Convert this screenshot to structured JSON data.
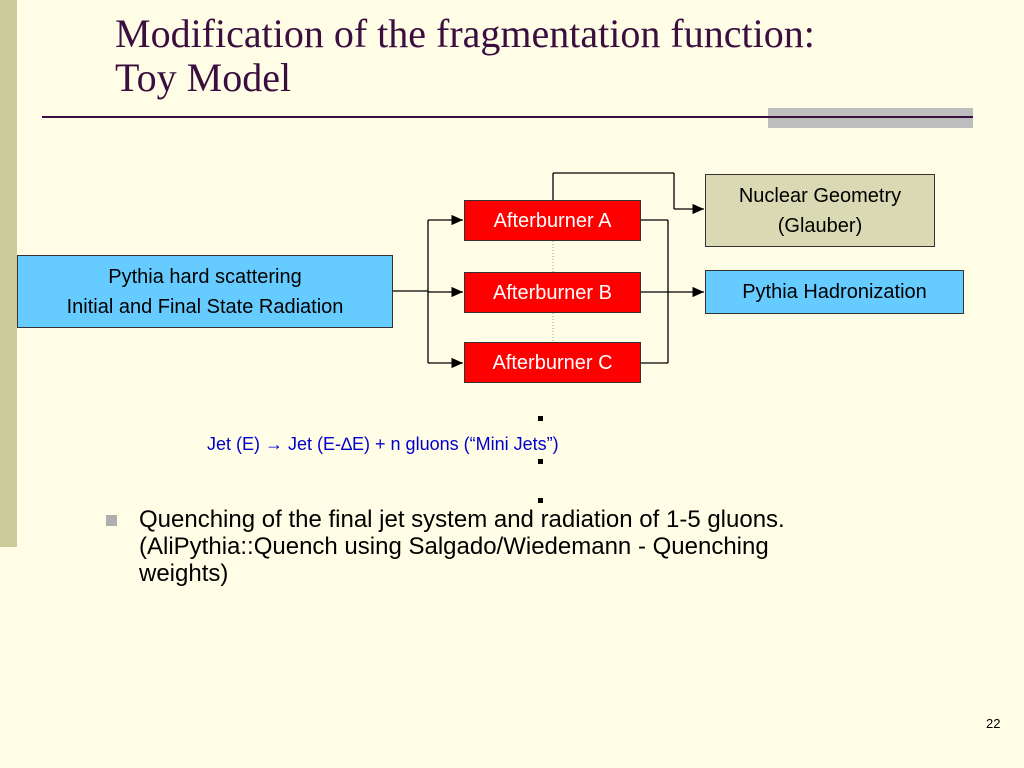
{
  "slide": {
    "title_line1": "Modification of the fragmentation function:",
    "title_line2": "Toy Model",
    "page_number": "22"
  },
  "diagram": {
    "nodes": {
      "pythia_hard": {
        "line1": "Pythia hard scattering",
        "line2": "Initial and Final State Radiation"
      },
      "afterburner_a": {
        "label": "Afterburner A"
      },
      "afterburner_b": {
        "label": "Afterburner B"
      },
      "afterburner_c": {
        "label": "Afterburner C"
      },
      "nuclear_geometry": {
        "line1": "Nuclear Geometry",
        "line2": "(Glauber)"
      },
      "pythia_hadronization": {
        "label": "Pythia Hadronization"
      }
    },
    "edges": [
      {
        "from": "pythia_hard",
        "to": "afterburner_a"
      },
      {
        "from": "pythia_hard",
        "to": "afterburner_b"
      },
      {
        "from": "pythia_hard",
        "to": "afterburner_c"
      },
      {
        "from": "afterburner_a",
        "to": "nuclear_geometry"
      },
      {
        "from": "afterburner_b",
        "to": "pythia_hadronization"
      },
      {
        "from": "afterburner_c",
        "to": "pythia_hadronization"
      }
    ],
    "formula": "Jet (E) → Jet (E-∆E) + n gluons (“Mini Jets”)"
  },
  "bullets": [
    {
      "line1": "Quenching of the final jet system and radiation of 1-5 gluons.",
      "line2": "(AliPythia::Quench using Salgado/Wiedemann - Quenching",
      "line3": "weights)"
    }
  ],
  "colors": {
    "background": "#FFFDE6",
    "title": "#3A0E3F",
    "blue_box": "#66CCFF",
    "red_box": "#FF0000",
    "khaki_box": "#D9D9B3",
    "formula": "#0000CC"
  }
}
